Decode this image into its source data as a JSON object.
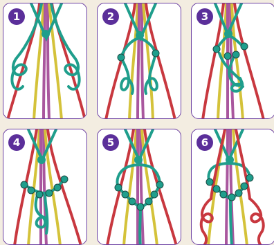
{
  "steps": [
    {
      "number": "1"
    },
    {
      "number": "2"
    },
    {
      "number": "3"
    },
    {
      "number": "4"
    },
    {
      "number": "5"
    },
    {
      "number": "6"
    }
  ],
  "colors": {
    "page_background": "#f3ede1",
    "panel_background": "#ffffff",
    "panel_border": "#6a3ea1",
    "badge": "#5b2f9a",
    "thread_teal": "#1f9e8c",
    "thread_red": "#c8383f",
    "thread_yellow": "#d4c23a",
    "thread_purple": "#a9579e"
  }
}
